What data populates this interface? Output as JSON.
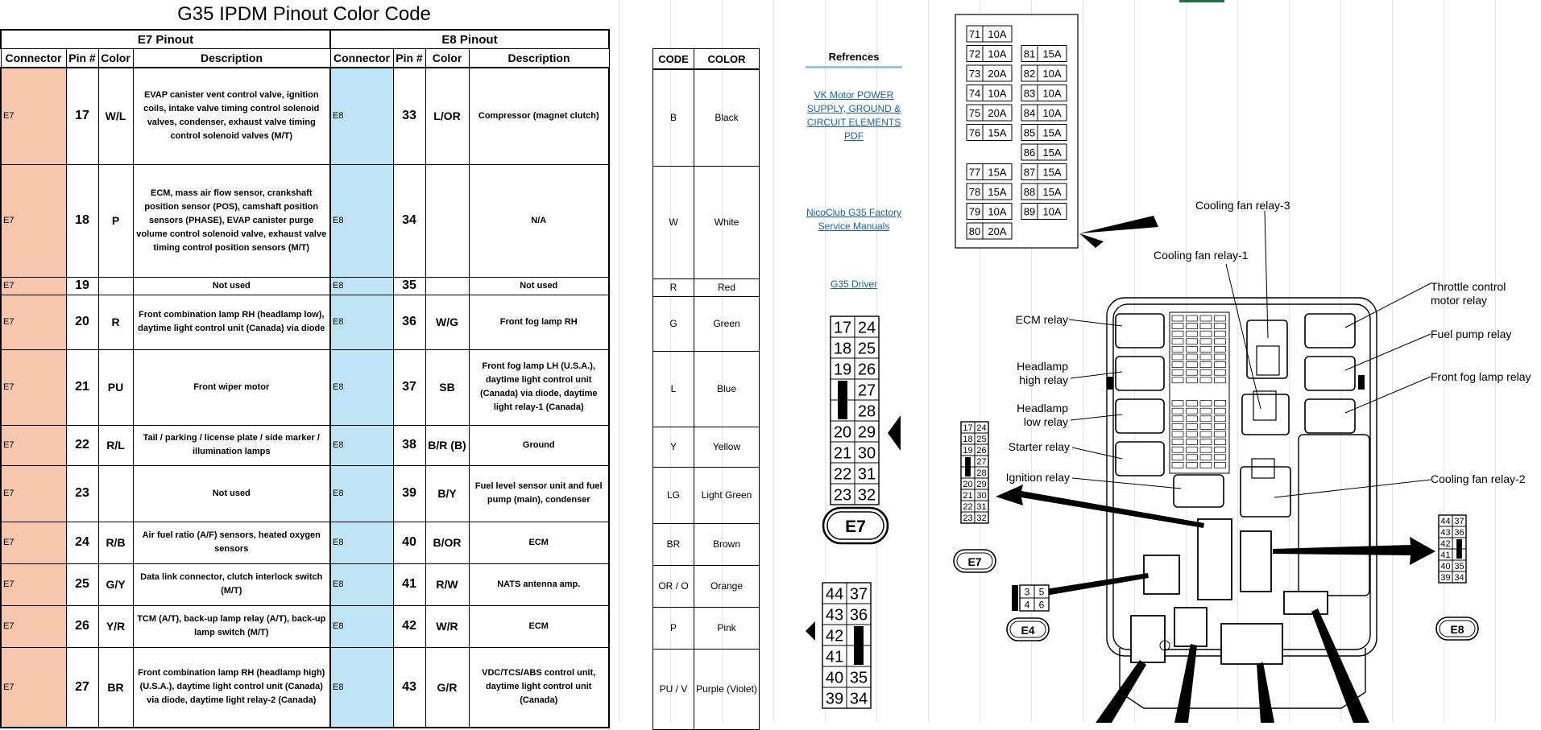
{
  "title": "G35 IPDM Pinout Color Code",
  "e7": {
    "heading": "E7 Pinout",
    "columns": [
      "Connector",
      "Pin #",
      "Color",
      "Description"
    ],
    "rows": [
      {
        "connector": "E7",
        "pin": "17",
        "color": "W/L",
        "description": "EVAP canister vent control valve, ignition coils, intake valve timing control solenoid valves, condenser, exhaust valve timing control solenoid valves (M/T)"
      },
      {
        "connector": "E7",
        "pin": "18",
        "color": "P",
        "description": "ECM, mass air flow sensor, crankshaft position sensor (POS), camshaft position sensors (PHASE), EVAP canister purge volume control solenoid valve, exhaust valve timing control position sensors (M/T)"
      },
      {
        "connector": "E7",
        "pin": "19",
        "color": "",
        "description": "Not used"
      },
      {
        "connector": "E7",
        "pin": "20",
        "color": "R",
        "description": "Front combination lamp RH (headlamp low), daytime light control unit (Canada) via diode"
      },
      {
        "connector": "E7",
        "pin": "21",
        "color": "PU",
        "description": "Front wiper motor"
      },
      {
        "connector": "E7",
        "pin": "22",
        "color": "R/L",
        "description": "Tail / parking / license plate / side marker / illumination lamps"
      },
      {
        "connector": "E7",
        "pin": "23",
        "color": "",
        "description": "Not used"
      },
      {
        "connector": "E7",
        "pin": "24",
        "color": "R/B",
        "description": "Air fuel ratio (A/F) sensors, heated oxygen sensors"
      },
      {
        "connector": "E7",
        "pin": "25",
        "color": "G/Y",
        "description": "Data link connector, clutch interlock switch (M/T)"
      },
      {
        "connector": "E7",
        "pin": "26",
        "color": "Y/R",
        "description": "TCM (A/T), back-up lamp relay (A/T), back-up lamp switch (M/T)"
      },
      {
        "connector": "E7",
        "pin": "27",
        "color": "BR",
        "description": "Front combination lamp RH (headlamp high) (U.S.A.), daytime light control unit (Canada) via diode, daytime light relay-2 (Canada)"
      }
    ]
  },
  "e8": {
    "heading": "E8 Pinout",
    "columns": [
      "Connector",
      "Pin #",
      "Color",
      "Description"
    ],
    "rows": [
      {
        "connector": "E8",
        "pin": "33",
        "color": "L/OR",
        "description": "Compressor (magnet clutch)"
      },
      {
        "connector": "E8",
        "pin": "34",
        "color": "",
        "description": "N/A"
      },
      {
        "connector": "E8",
        "pin": "35",
        "color": "",
        "description": "Not used"
      },
      {
        "connector": "E8",
        "pin": "36",
        "color": "W/G",
        "description": "Front fog lamp RH"
      },
      {
        "connector": "E8",
        "pin": "37",
        "color": "SB",
        "description": "Front fog lamp LH (U.S.A.), daytime light control unit (Canada) via diode, daytime light relay-1 (Canada)"
      },
      {
        "connector": "E8",
        "pin": "38",
        "color": "B/R (B)",
        "description": "Ground"
      },
      {
        "connector": "E8",
        "pin": "39",
        "color": "B/Y",
        "description": "Fuel level sensor unit and fuel pump (main), condenser"
      },
      {
        "connector": "E8",
        "pin": "40",
        "color": "B/OR",
        "description": "ECM"
      },
      {
        "connector": "E8",
        "pin": "41",
        "color": "R/W",
        "description": "NATS antenna amp."
      },
      {
        "connector": "E8",
        "pin": "42",
        "color": "W/R",
        "description": "ECM"
      },
      {
        "connector": "E8",
        "pin": "43",
        "color": "G/R",
        "description": "VDC/TCS/ABS control unit, daytime light control unit (Canada)"
      }
    ]
  },
  "codes": {
    "columns": [
      "CODE",
      "COLOR"
    ],
    "rows": [
      {
        "code": "B",
        "color": "Black"
      },
      {
        "code": "W",
        "color": "White"
      },
      {
        "code": "R",
        "color": "Red"
      },
      {
        "code": "G",
        "color": "Green"
      },
      {
        "code": "L",
        "color": "Blue"
      },
      {
        "code": "Y",
        "color": "Yellow"
      },
      {
        "code": "LG",
        "color": "Light Green"
      },
      {
        "code": "BR",
        "color": "Brown"
      },
      {
        "code": "OR / O",
        "color": "Orange"
      },
      {
        "code": "P",
        "color": "Pink"
      },
      {
        "code": "PU / V",
        "color": "Purple (Violet)"
      }
    ]
  },
  "references": {
    "heading": "Refrences",
    "links": [
      "VK Motor POWER SUPPLY, GROUND & CIRCUIT ELEMENTS PDF",
      "NicoClub G35 Factory Service Manuals",
      "G35 Driver"
    ]
  },
  "connector_e7": {
    "label": "E7",
    "pins": [
      [
        "17",
        "24"
      ],
      [
        "18",
        "25"
      ],
      [
        "19",
        "26"
      ],
      [
        "",
        "27"
      ],
      [
        "",
        "28"
      ],
      [
        "20",
        "29"
      ],
      [
        "21",
        "30"
      ],
      [
        "22",
        "31"
      ],
      [
        "23",
        "32"
      ]
    ]
  },
  "connector_e8": {
    "label": "E8",
    "pins": [
      [
        "44",
        "37"
      ],
      [
        "43",
        "36"
      ],
      [
        "42",
        ""
      ],
      [
        "41",
        ""
      ],
      [
        "40",
        "35"
      ],
      [
        "39",
        "34"
      ]
    ]
  },
  "connector_e4": {
    "label": "E4",
    "pins": [
      [
        "3",
        "5"
      ],
      [
        "4",
        "6"
      ]
    ]
  },
  "fuses": {
    "col1": [
      [
        "71",
        "10A"
      ],
      [
        "72",
        "10A"
      ],
      [
        "73",
        "20A"
      ],
      [
        "74",
        "10A"
      ],
      [
        "75",
        "20A"
      ],
      [
        "76",
        "15A"
      ],
      [
        "",
        ""
      ],
      [
        "77",
        "15A"
      ],
      [
        "78",
        "15A"
      ],
      [
        "79",
        "10A"
      ],
      [
        "80",
        "20A"
      ]
    ],
    "col2": [
      [
        "",
        ""
      ],
      [
        "81",
        "15A"
      ],
      [
        "82",
        "10A"
      ],
      [
        "83",
        "10A"
      ],
      [
        "84",
        "10A"
      ],
      [
        "85",
        "15A"
      ],
      [
        "86",
        "15A"
      ],
      [
        "87",
        "15A"
      ],
      [
        "88",
        "15A"
      ],
      [
        "89",
        "10A"
      ],
      [
        "",
        ""
      ]
    ]
  },
  "relay_labels": {
    "cooling_fan_3": "Cooling fan relay-3",
    "cooling_fan_1": "Cooling fan relay-1",
    "cooling_fan_2": "Cooling fan relay-2",
    "throttle_control_1": "Throttle control",
    "throttle_control_2": "motor relay",
    "fuel_pump": "Fuel pump relay",
    "front_fog": "Front fog lamp relay",
    "ecm": "ECM relay",
    "headlamp_high_1": "Headlamp",
    "headlamp_high_2": "high relay",
    "headlamp_low_1": "Headlamp",
    "headlamp_low_2": "low relay",
    "starter": "Starter relay",
    "ignition": "Ignition relay"
  }
}
